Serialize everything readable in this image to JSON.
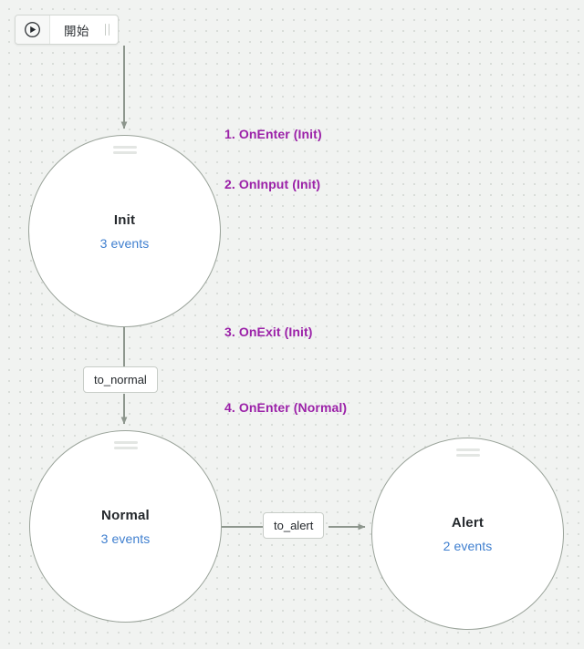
{
  "canvas": {
    "background_color": "#f1f3f1",
    "dot_color": "#d9ddd9"
  },
  "start_node": {
    "icon": "play-circle-icon",
    "label": "開始",
    "grip": "drag-grip-icon"
  },
  "states": [
    {
      "id": "init",
      "title": "Init",
      "events_label": "3 events",
      "grip": "drag-grip-icon"
    },
    {
      "id": "normal",
      "title": "Normal",
      "events_label": "3 events",
      "grip": "drag-grip-icon"
    },
    {
      "id": "alert",
      "title": "Alert",
      "events_label": "2 events",
      "grip": "drag-grip-icon"
    }
  ],
  "transitions": [
    {
      "id": "to_normal",
      "label": "to_normal"
    },
    {
      "id": "to_alert",
      "label": "to_alert"
    }
  ],
  "annotations": [
    {
      "id": "step-1",
      "text": "1. OnEnter (Init)"
    },
    {
      "id": "step-2",
      "text": "2. OnInput (Init)"
    },
    {
      "id": "step-3",
      "text": "3. OnExit (Init)"
    },
    {
      "id": "step-4",
      "text": "4. OnEnter (Normal)"
    }
  ],
  "colors": {
    "annotation": "#9b21a8",
    "events_text": "#3f7fcf",
    "node_border": "#9aa39a",
    "edge": "#8d968d"
  }
}
